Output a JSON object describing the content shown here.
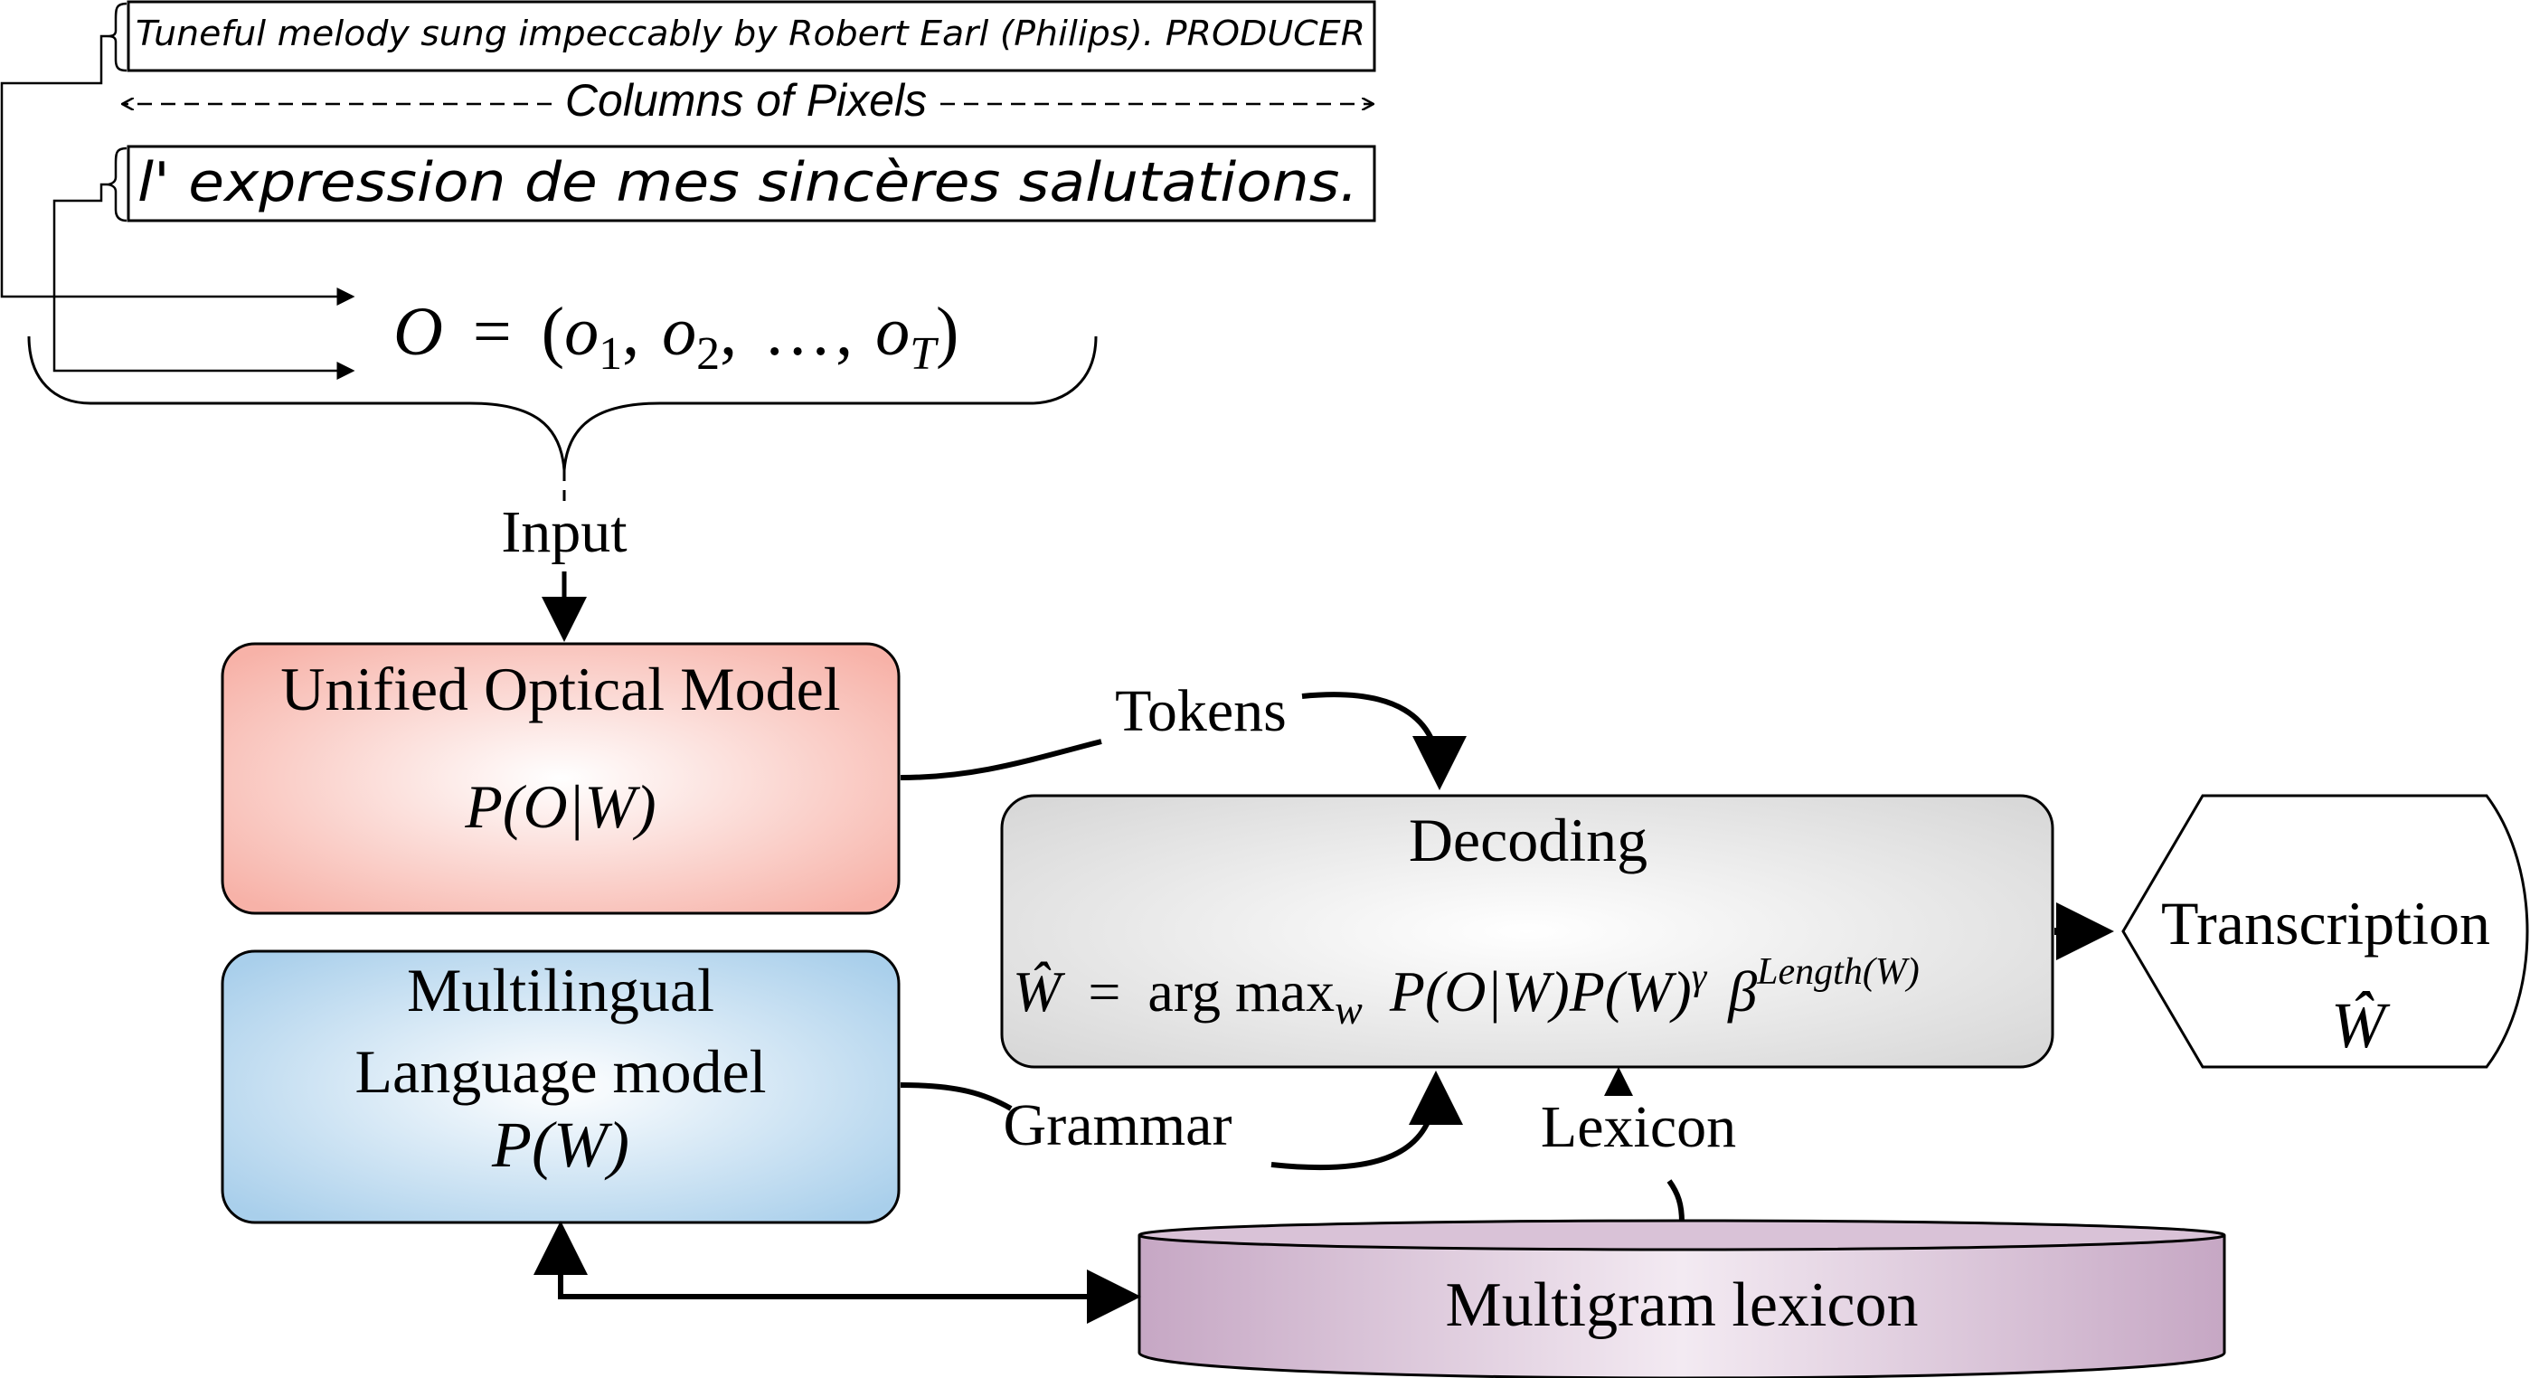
{
  "handwriting": {
    "line1": "Tuneful melody sung impeccably by Robert Earl (Philips). PRODUCER",
    "line2": "l' expression de mes sincères salutations."
  },
  "columns_label": "Columns of Pixels",
  "observation": {
    "lhs": "O",
    "eq": "=",
    "open": "(",
    "o": "o",
    "sub1": "1",
    "sub2": "2",
    "subT": "T",
    "comma": ",",
    "dots": "…",
    "close": ")"
  },
  "labels": {
    "input": "Input",
    "tokens": "Tokens",
    "grammar": "Grammar",
    "lexicon": "Lexicon"
  },
  "optical_model": {
    "title": "Unified Optical Model",
    "formula": "P(O|W)"
  },
  "language_model": {
    "title_line1": "Multilingual",
    "title_line2": "Language model",
    "formula": "P(W)"
  },
  "decoding": {
    "title": "Decoding",
    "what": "Ŵ",
    "eq": "=",
    "argmax": "arg max",
    "sub_w": "w",
    "p1": "P(O|W)P(W)",
    "gamma": "γ",
    "beta": "β",
    "length": "Length(W)"
  },
  "transcription": {
    "title": "Transcription",
    "symbol": "Ŵ"
  },
  "lexicon_db": {
    "title": "Multigram lexicon"
  },
  "colors": {
    "optical_edge": "#f7b2a8",
    "language_edge": "#a9cfeb",
    "decoding_edge": "#d6d6d6",
    "lexicon_edge": "#c6a7c4"
  }
}
